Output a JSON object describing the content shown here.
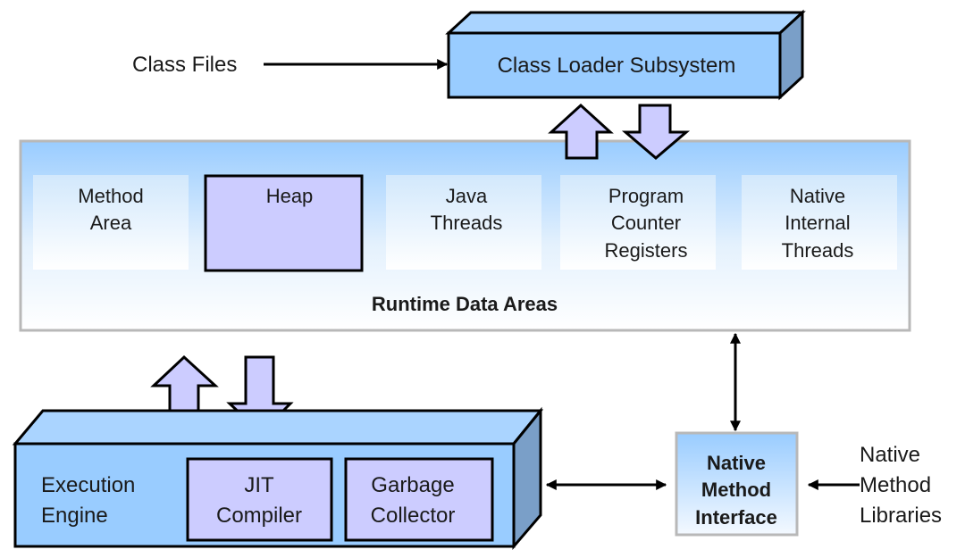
{
  "diagram": {
    "title": "JVM Architecture",
    "external_inputs": {
      "class_files": "Class Files",
      "native_method_libraries": [
        "Native",
        "Method",
        "Libraries"
      ]
    },
    "class_loader": {
      "label": "Class Loader Subsystem"
    },
    "runtime_data_areas": {
      "label": "Runtime Data Areas",
      "areas": [
        {
          "id": "method-area",
          "lines": [
            "Method",
            "Area"
          ]
        },
        {
          "id": "heap",
          "lines": [
            "Heap"
          ]
        },
        {
          "id": "java-threads",
          "lines": [
            "Java",
            "Threads"
          ]
        },
        {
          "id": "pc-registers",
          "lines": [
            "Program",
            "Counter",
            "Registers"
          ]
        },
        {
          "id": "native-internal-threads",
          "lines": [
            "Native",
            "Internal",
            "Threads"
          ]
        }
      ]
    },
    "execution_engine": {
      "lines": [
        "Execution",
        "Engine"
      ],
      "components": [
        {
          "id": "jit-compiler",
          "lines": [
            "JIT",
            "Compiler"
          ]
        },
        {
          "id": "garbage-collector",
          "lines": [
            "Garbage",
            "Collector"
          ]
        }
      ]
    },
    "native_method_interface": {
      "lines": [
        "Native",
        "Method",
        "Interface"
      ]
    },
    "colors": {
      "box_blue": "#99ccff",
      "box_top": "#aad4ff",
      "box_side": "#7a9fc8",
      "lavender": "#ccccff",
      "panel_border": "#b8b8b8"
    }
  }
}
